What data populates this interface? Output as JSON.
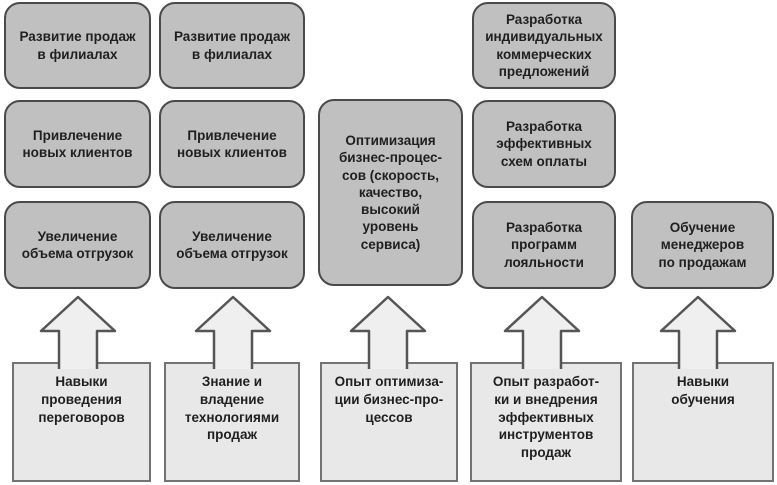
{
  "diagram_title": "Sales goals to competencies mapping",
  "colors": {
    "goal_fill": "#c0c0c0",
    "goal_border": "#4a4a4a",
    "competency_fill": "#e8e8e8",
    "competency_border": "#737373",
    "arrow_fill": "#efefef",
    "arrow_stroke": "#555555",
    "text_color": "#1f1f1f"
  },
  "columns": [
    {
      "goals": [
        "Развитие продаж\nв филиалах",
        "Привлечение\nновых клиентов",
        "Увеличение\nобъема отгрузок"
      ],
      "competency": "Навыки\nпроведения\nпереговоров"
    },
    {
      "goals": [
        "Развитие продаж\nв филиалах",
        "Привлечение\nновых клиентов",
        "Увеличение\nобъема отгрузок"
      ],
      "competency": "Знание и\nвладение\nтехнологиями\nпродаж"
    },
    {
      "goals": [
        "Оптимизация\nбизнес-процес-\nсов (скорость,\nкачество,\nвысокий\nуровень\nсервиса)"
      ],
      "competency": "Опыт оптимиза-\nции бизнес-про-\nцессов"
    },
    {
      "goals": [
        "Разработка\nиндивидуальных\nкоммерческих\nпредложений",
        "Разработка\nэффективных\nсхем оплаты",
        "Разработка\nпрограмм\nлояльности"
      ],
      "competency": "Опыт разработ-\nки и внедрения\nэффективных\nинструментов\nпродаж"
    },
    {
      "goals": [
        "Обучение\nменеджеров\nпо продажам"
      ],
      "competency": "Навыки\nобучения"
    }
  ]
}
